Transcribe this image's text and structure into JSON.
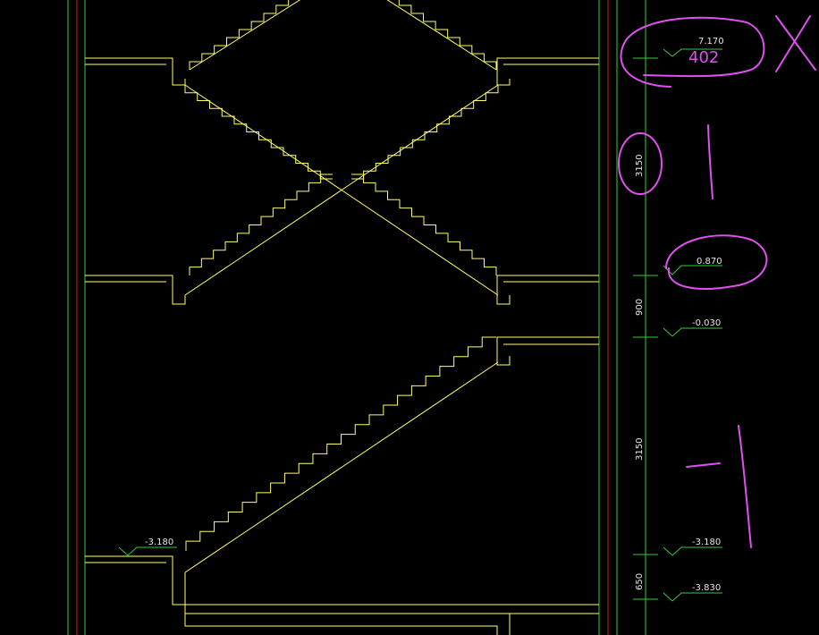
{
  "colors": {
    "background": "#000000",
    "stair_lines": "#ffff66",
    "wall_green": "#33cc33",
    "wall_red": "#cc2222",
    "text": "#e6e6e6",
    "annotation": "#e050f0"
  },
  "elevations": {
    "el_7170": "7.170",
    "el_0870": "0.870",
    "el_m0030": "-0.030",
    "el_m3180": "-3.180",
    "el_m3830": "-3.830",
    "el_m3180_left": "-3.180"
  },
  "dimensions": {
    "d_3150_top": "3150",
    "d_900": "900",
    "d_3150_bottom": "3150",
    "d_650": "650"
  },
  "handwritten": {
    "note_402": "402"
  }
}
